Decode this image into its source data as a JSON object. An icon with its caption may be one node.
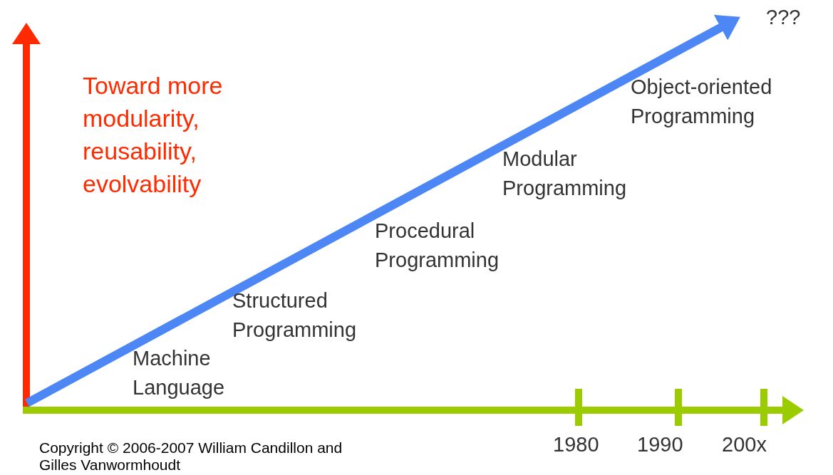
{
  "diagram": {
    "labels": [
      "???",
      "Toward more modularity, reusability, evolvability",
      "Object-oriented Programming",
      "Modular Programming",
      "Procedural Programming",
      "Structured Programming",
      "Machine Language",
      "1980",
      "1990",
      "200x",
      "Copyright © 2006-2007 William Candillon and Gilles Vanwormhoudt"
    ]
  }
}
